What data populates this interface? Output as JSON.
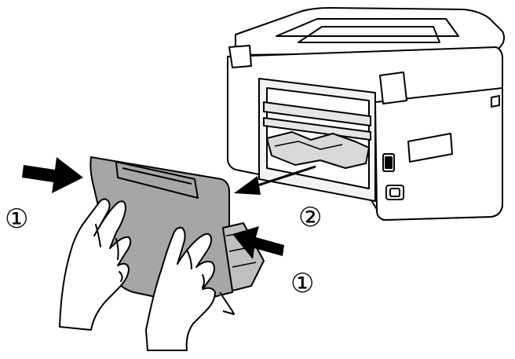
{
  "steps": [
    {
      "label": "①",
      "action": "squeeze-tabs"
    },
    {
      "label": "②",
      "action": "pull-out-cover"
    },
    {
      "label": "①",
      "action": "squeeze-tabs"
    }
  ],
  "colors": {
    "line": "#000000",
    "cover_fill": "#a6a6a6",
    "printer_fill": "#ffffff",
    "arrow": "#000000"
  },
  "icons": [
    "printer-rear-view",
    "rear-cover",
    "hand",
    "arrow",
    "paper-jam"
  ]
}
